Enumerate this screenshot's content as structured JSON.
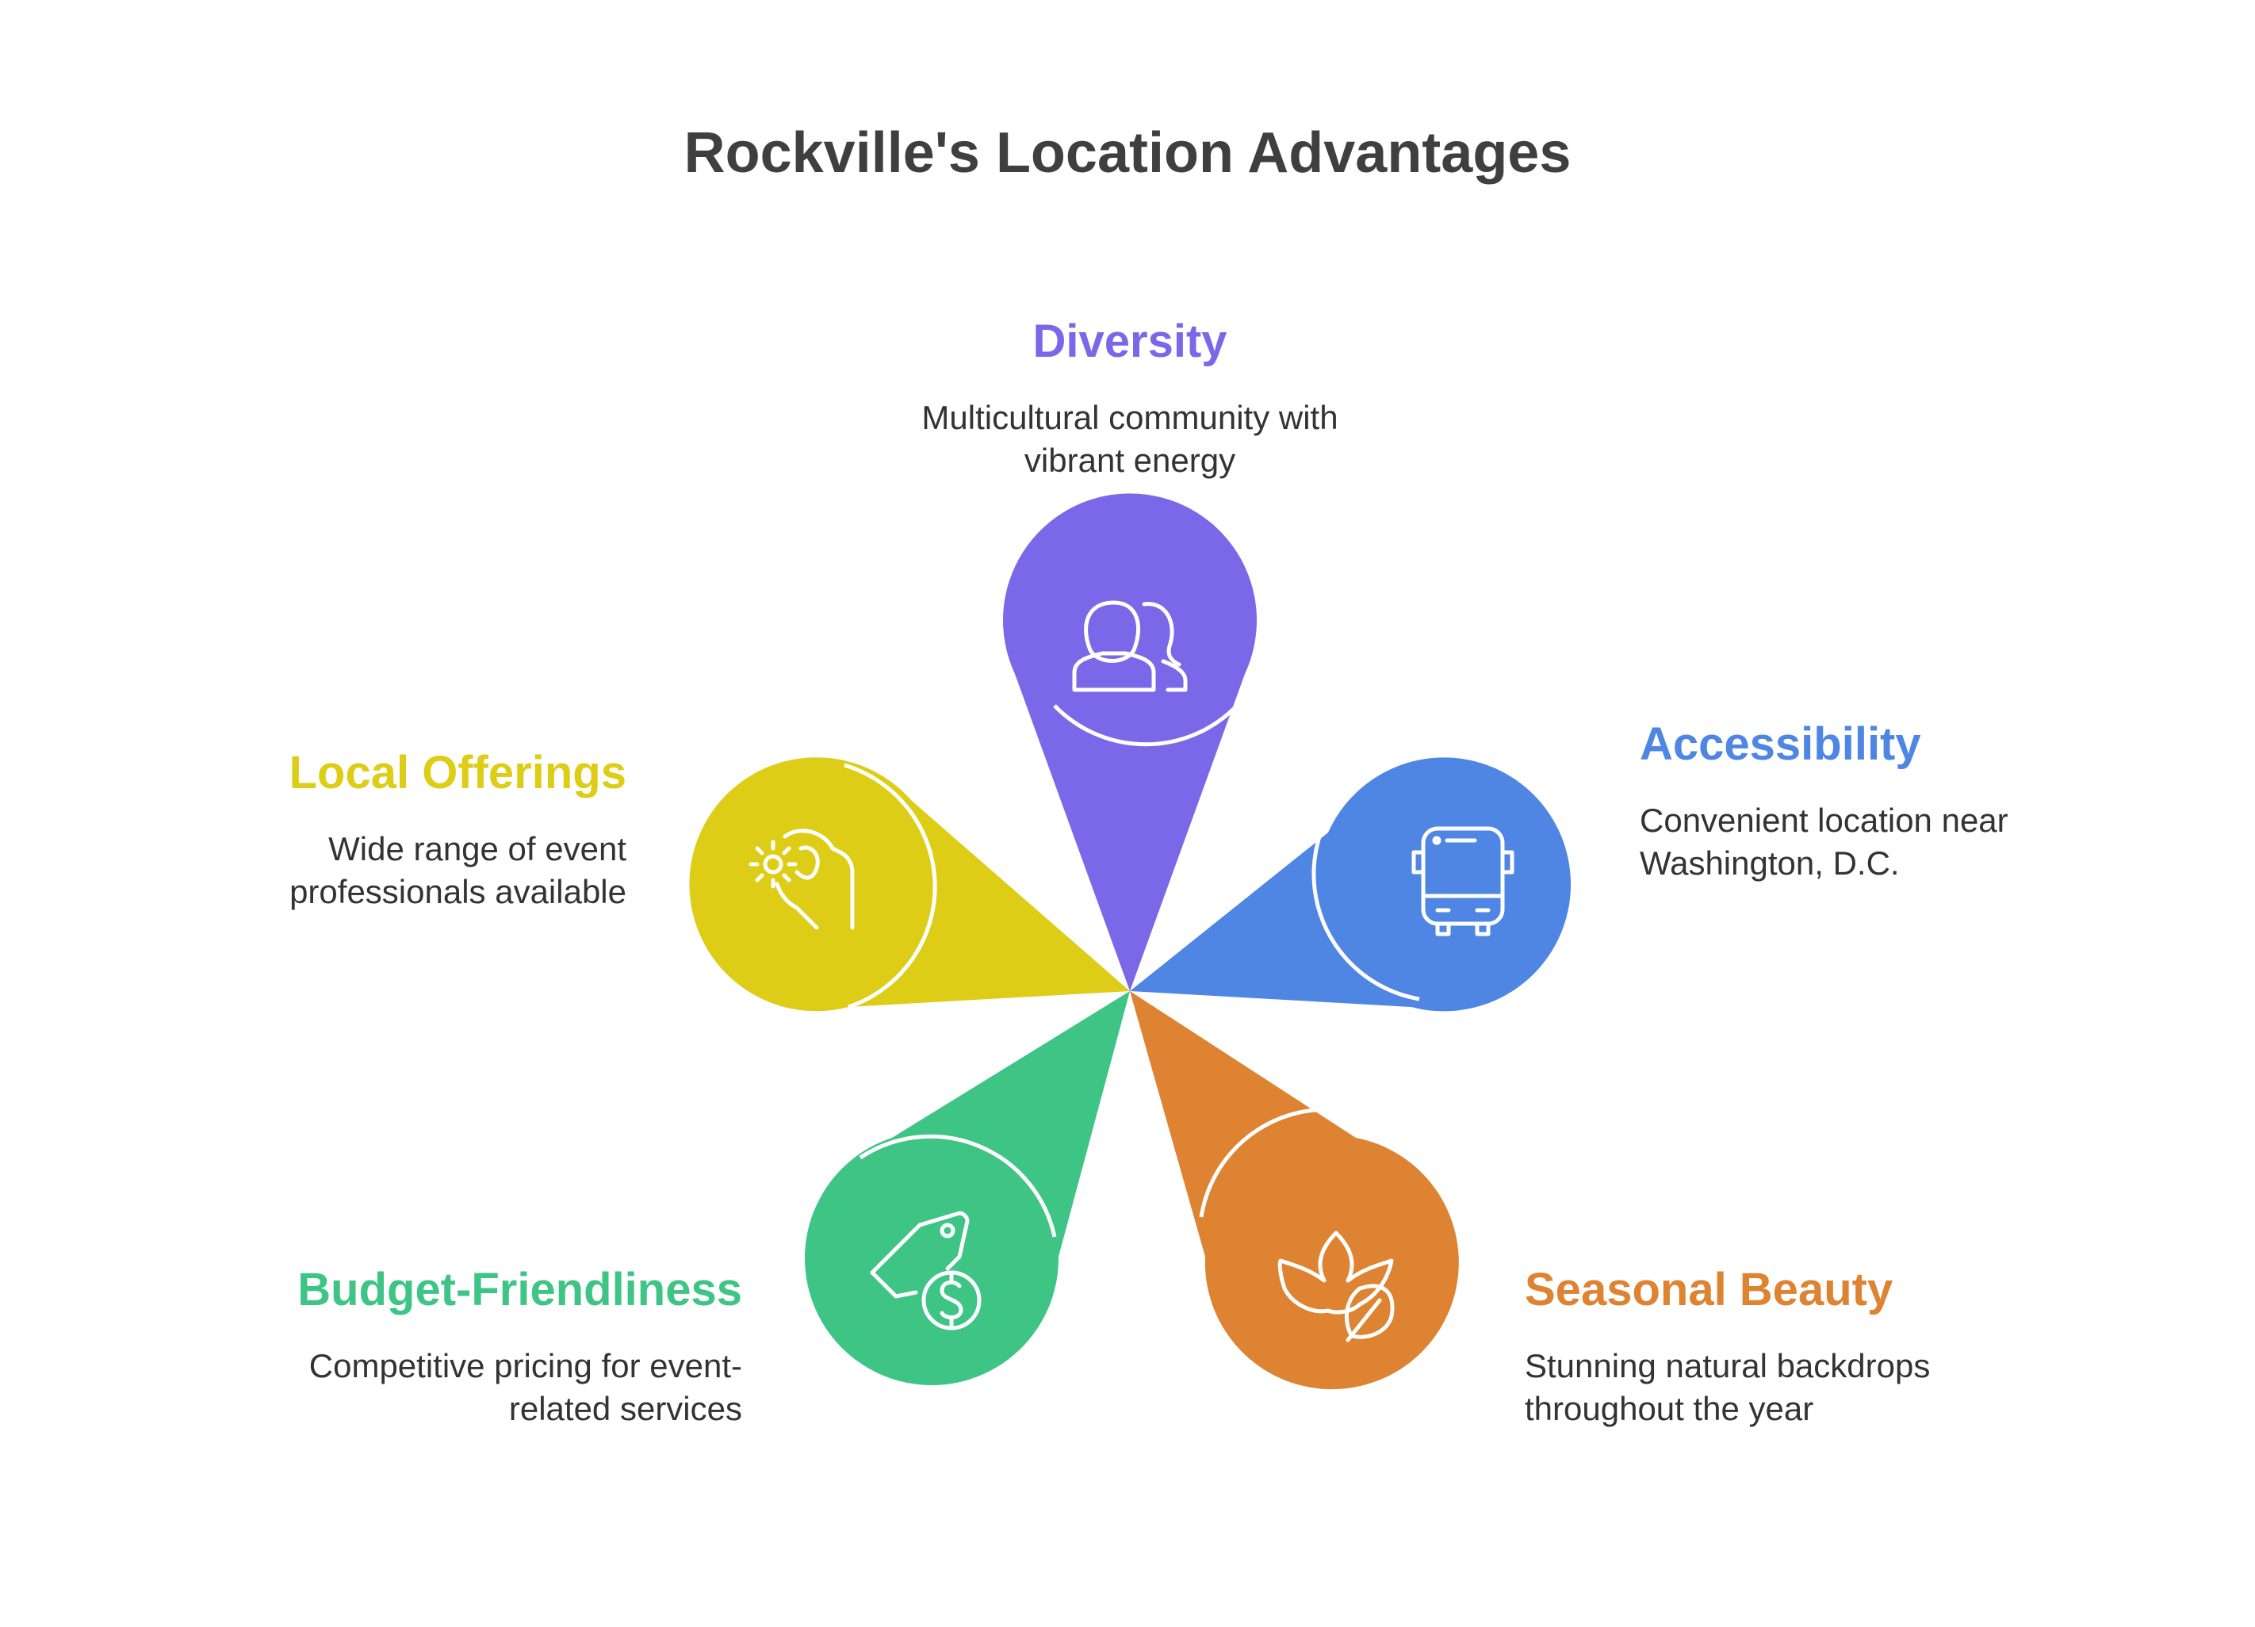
{
  "title": "Rockville's Location Advantages",
  "items": [
    {
      "heading": "Diversity",
      "description_line1": "Multicultural community with",
      "description_line2": "vibrant energy",
      "color": "#7B68E8",
      "icon": "people-icon"
    },
    {
      "heading": "Accessibility",
      "description_line1": "Convenient location near",
      "description_line2": "Washington, D.C.",
      "color": "#4F86E4",
      "icon": "bus-icon"
    },
    {
      "heading": "Seasonal Beauty",
      "description_line1": "Stunning natural backdrops",
      "description_line2": "throughout the year",
      "color": "#DD8332",
      "icon": "leaf-icon"
    },
    {
      "heading": "Budget-Friendliness",
      "description_line1": "Competitive pricing for event-",
      "description_line2": "related services",
      "color": "#3EC586",
      "icon": "price-tag-icon"
    },
    {
      "heading": "Local Offerings",
      "description_line1": "Wide range of event",
      "description_line2": "professionals available",
      "color": "#DDCD17",
      "icon": "hand-gear-icon"
    }
  ]
}
